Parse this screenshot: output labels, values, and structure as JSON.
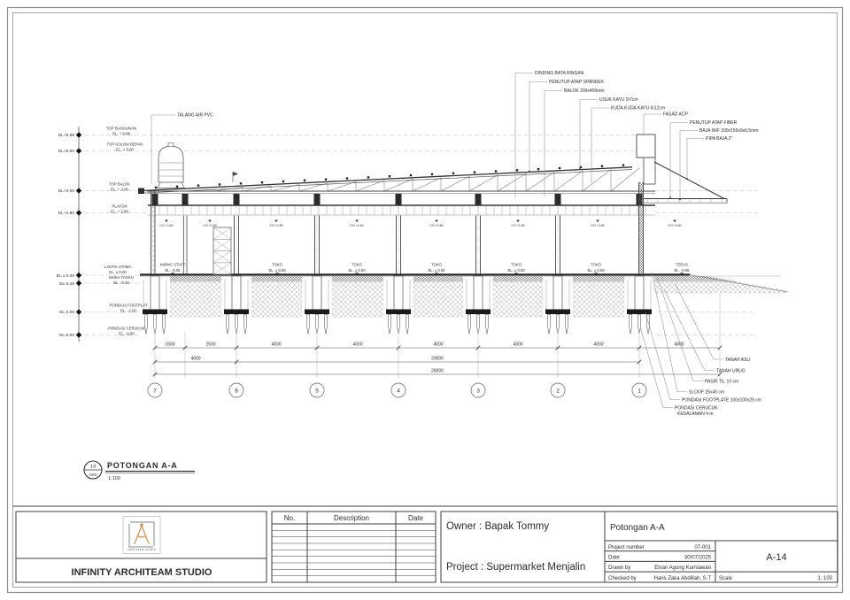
{
  "sheet": {
    "code": "A-14"
  },
  "drawing": {
    "scale_title": {
      "number": "14",
      "discipline": "ARS",
      "name": "POTONGAN A-A",
      "scale": "1:100"
    },
    "axis": [
      "EL+6.88",
      "EL+6.00",
      "EL+4.00",
      "EL+2.80",
      "EL ± 0.00",
      "EL-0.45",
      "EL-2.00",
      "EL-6.00"
    ],
    "levels": [
      {
        "name": "TOP BANGUNAN",
        "el": "EL. + 6.88"
      },
      {
        "name": "TOP KOLOM DEPAN",
        "el": "EL. + 6.00"
      },
      {
        "name": "TOP BALOK",
        "el": "EL. + 4.00"
      },
      {
        "name": "PLAFON",
        "el": "EL. + 2.80"
      },
      {
        "name": "LANTAI UTAMA",
        "el": "EL. ± 0.00"
      },
      {
        "name": "MUKA TANAH",
        "el": "EL. -0.45"
      },
      {
        "name": "PONDASI FOOTPLAT",
        "el": "EL. -2.00"
      },
      {
        "name": "PONDASI CERUCUK",
        "el": "EL. -6.00"
      }
    ],
    "callouts_top": [
      "TALANG AIR PVC",
      "DINDING BATA RINGAN",
      "PENUTUP ATAP SPANDEK",
      "BALOK 200x400mm",
      "USUK KAYU 5/7cm",
      "KUDA KUDA KAYU 6/12cm",
      "FASAD ACP",
      "PENUTUP ATAP FIBER",
      "BAJA IWF 300x150x9x6,5mm",
      "PIPA BAJA 2\""
    ],
    "callouts_foundation": [
      "TANAH ASLI",
      "TANAH URUG",
      "PASIR Tb. 10 cm",
      "SLOOF 25x45 cm",
      "PONDASI FOOTPLATE 100x100x25 cm",
      "PONDASI CERUCUK",
      "KEDALAMAN 4 m"
    ],
    "rooms": [
      {
        "name": "KM/WC STAFF",
        "el": "EL. -0.05"
      },
      {
        "name": "TOKO",
        "el": "EL. ± 0.00"
      },
      {
        "name": "TOKO",
        "el": "EL. ± 0.00"
      },
      {
        "name": "TOKO",
        "el": "EL. ± 0.00"
      },
      {
        "name": "TOKO",
        "el": "EL. ± 0.00"
      },
      {
        "name": "TOKO",
        "el": "EL. ± 0.00"
      },
      {
        "name": "TERAS",
        "el": "EL. -0.05"
      }
    ],
    "ch_label": "CH +2.80",
    "dims": {
      "row1": [
        "1500",
        "2500",
        "4000",
        "4000",
        "4000",
        "4000",
        "4000",
        "4000"
      ],
      "row2": [
        "4000",
        "20000"
      ],
      "row3": [
        "28000"
      ]
    },
    "grid_bubbles": [
      "7",
      "6",
      "5",
      "4",
      "3",
      "2",
      "1"
    ]
  },
  "titleblock": {
    "company": "INFINITY ARCHITEAM STUDIO",
    "logo_text": "ARCHITEAM STUDIO",
    "rev": {
      "no": "No.",
      "description": "Description",
      "date": "Date"
    },
    "owner": "Owner : Bapak Tommy",
    "project": "Project : Supermarket Menjalin",
    "sheet_title": "Potongan A-A",
    "project_number_label": "Project number",
    "project_number": "07-001",
    "date_label": "Date",
    "date": "30/07/2025",
    "drawn_by_label": "Drawn by",
    "drawn_by": "Elvan Agung Kurniawan",
    "checked_by_label": "Checked by",
    "checked_by": "Haris Zaka Abdillah, S.T",
    "scale_label": "Scale",
    "scale": "1: 100",
    "sheet_number": "A-14"
  },
  "colors": {
    "line": "#333333",
    "border": "#8a9097",
    "logo_accent": "#cf8a3b",
    "logo_frame": "#93a1ac"
  }
}
